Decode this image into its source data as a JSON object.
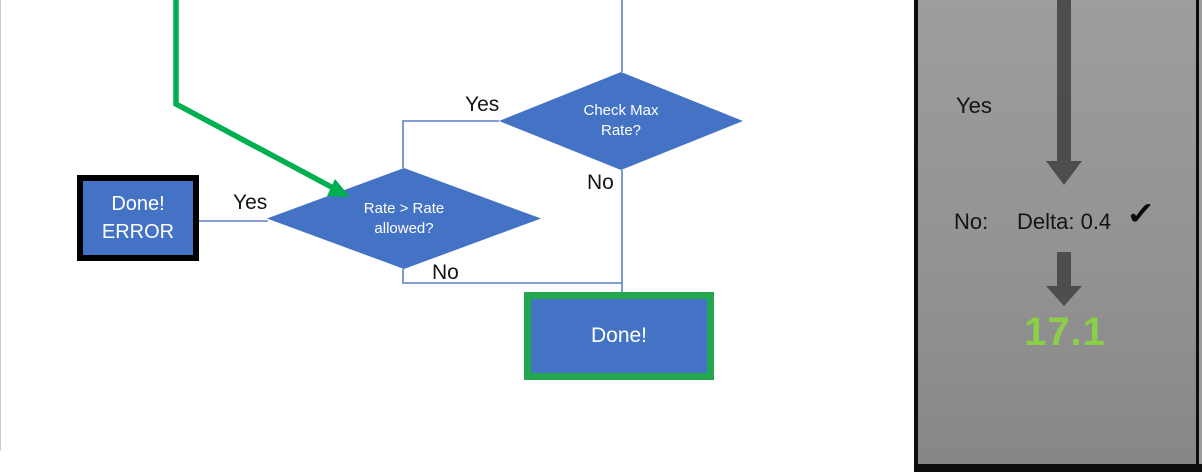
{
  "flowchart": {
    "decision_check_max_rate": {
      "line1": "Check Max",
      "line2": "Rate?",
      "yes_label": "Yes",
      "no_label": "No"
    },
    "decision_rate_allowed": {
      "line1": "Rate > Rate",
      "line2": "allowed?",
      "yes_label": "Yes",
      "no_label": "No"
    },
    "error_box": {
      "line1": "Done!",
      "line2": "ERROR"
    },
    "done_box": {
      "label": "Done!"
    }
  },
  "panel": {
    "yes_label": "Yes",
    "no_label": "No:",
    "delta_text": "Delta: 0.4",
    "check_icon": "✓",
    "result_value": "17.1"
  },
  "colors": {
    "node_fill_blue": "#4472c4",
    "connector_blue": "#5b7fc7",
    "flow_green": "#00b050",
    "done_border_green": "#21a74d",
    "result_green": "#8bcf47",
    "panel_gray": "#939393",
    "arrow_gray": "#4d4d4d",
    "border_black": "#0d0d0d"
  }
}
